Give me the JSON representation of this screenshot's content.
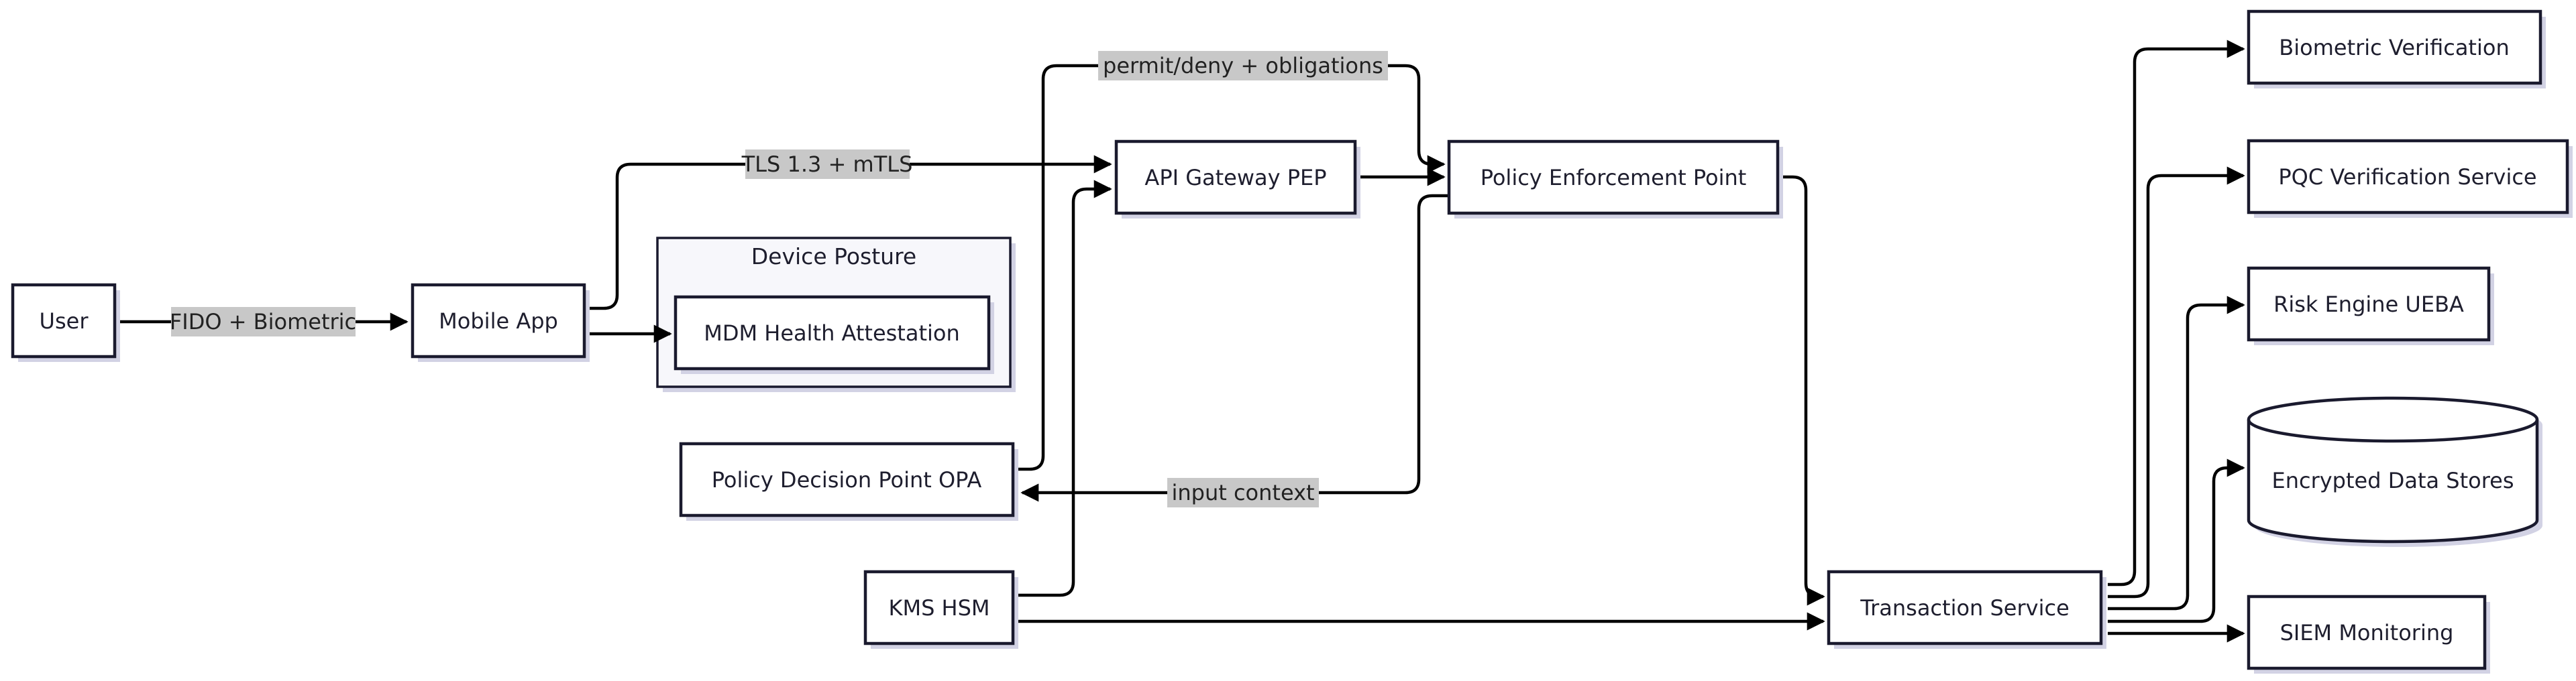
{
  "nodes": {
    "user": "User",
    "mobile_app": "Mobile App",
    "mdm_health": "MDM Health Attestation",
    "api_gateway": "API Gateway PEP",
    "pep": "Policy Enforcement Point",
    "pdp": "Policy Decision Point OPA",
    "kms": "KMS HSM",
    "transaction": "Transaction Service",
    "biometric": "Biometric Verification",
    "pqc": "PQC Verification Service",
    "risk": "Risk Engine UEBA",
    "data_stores": "Encrypted Data Stores",
    "siem": "SIEM Monitoring"
  },
  "clusters": {
    "device_posture": "Device Posture"
  },
  "edge_labels": {
    "user_to_app": "FIDO + Biometric",
    "app_to_gateway": "TLS 1.3 + mTLS",
    "pdp_to_pep": "permit/deny + obligations",
    "pep_to_pdp": "input context"
  },
  "colors": {
    "node_border": "#1a1a2e",
    "node_fill": "#ffffff",
    "cluster_fill": "#f7f7fb",
    "label_background": "#c8c8c8",
    "edge": "#000000"
  }
}
